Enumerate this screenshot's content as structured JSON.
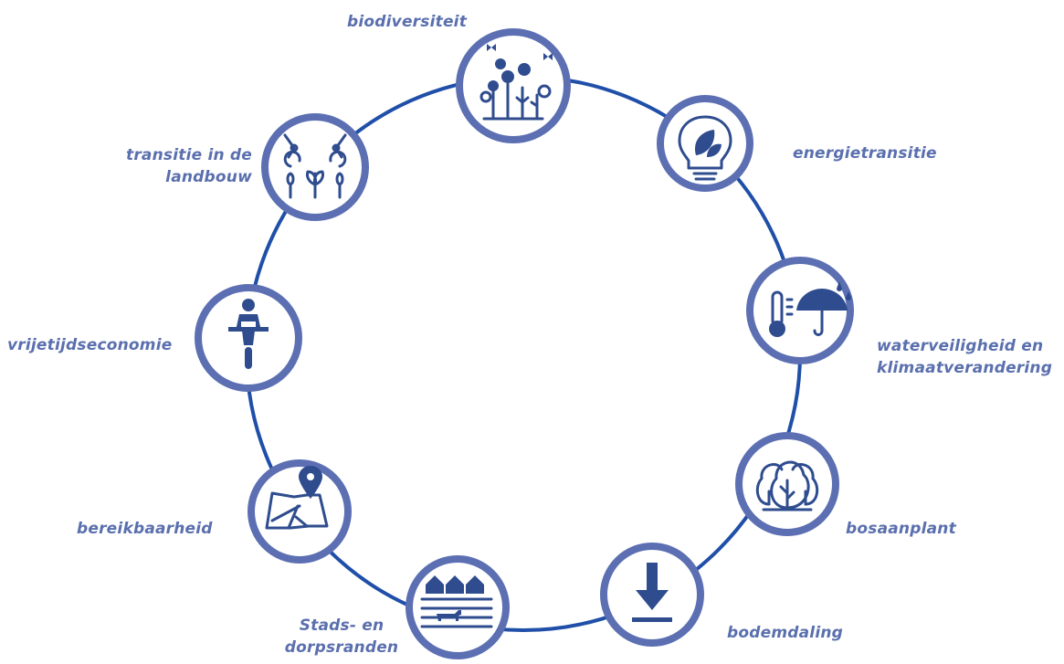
{
  "colors": {
    "ring": "#1f4fa8",
    "node_border": "#5b6fb2",
    "icon": "#2f4c8f",
    "label": "#5a6fae",
    "background": "#ffffff"
  },
  "themes": [
    {
      "id": "biodiversiteit",
      "lines": [
        "biodiversiteit"
      ],
      "icon": "flowers-butterflies-icon"
    },
    {
      "id": "energietransitie",
      "lines": [
        "energietransitie"
      ],
      "icon": "lightbulb-leaf-icon"
    },
    {
      "id": "waterveiligheid",
      "lines": [
        "waterveiligheid en",
        "klimaatverandering"
      ],
      "icon": "thermometer-umbrella-icon"
    },
    {
      "id": "bosaanplant",
      "lines": [
        "bosaanplant"
      ],
      "icon": "trees-icon"
    },
    {
      "id": "bodemdaling",
      "lines": [
        "bodemdaling"
      ],
      "icon": "down-arrow-icon"
    },
    {
      "id": "stadsranden",
      "lines": [
        "Stads- en",
        "dorpsranden"
      ],
      "icon": "houses-cow-icon"
    },
    {
      "id": "bereikbaarheid",
      "lines": [
        "bereikbaarheid"
      ],
      "icon": "map-pin-icon"
    },
    {
      "id": "vrijetijdseconomie",
      "lines": [
        "vrijetijdseconomie"
      ],
      "icon": "cyclist-icon"
    },
    {
      "id": "landbouw",
      "lines": [
        "transitie in de",
        "landbouw"
      ],
      "icon": "farm-robot-icon"
    }
  ]
}
